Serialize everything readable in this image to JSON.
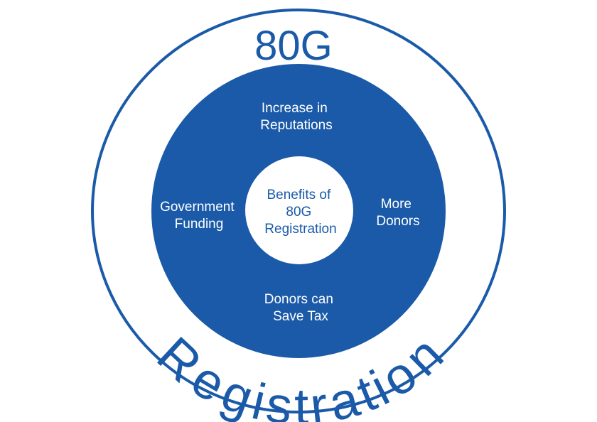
{
  "outer_ring": {
    "top_text": "80G",
    "bottom_text": "Registration"
  },
  "center": {
    "lines": [
      "Benefits of",
      "80G",
      "Registration"
    ]
  },
  "segments": {
    "top": [
      "Increase in",
      "Reputations"
    ],
    "left": [
      "Government",
      "Funding"
    ],
    "right": [
      "More",
      "Donors"
    ],
    "bottom": [
      "Donors can",
      "Save Tax"
    ]
  },
  "colors": {
    "primary": "#1a5aa8",
    "background": "#ffffff"
  }
}
